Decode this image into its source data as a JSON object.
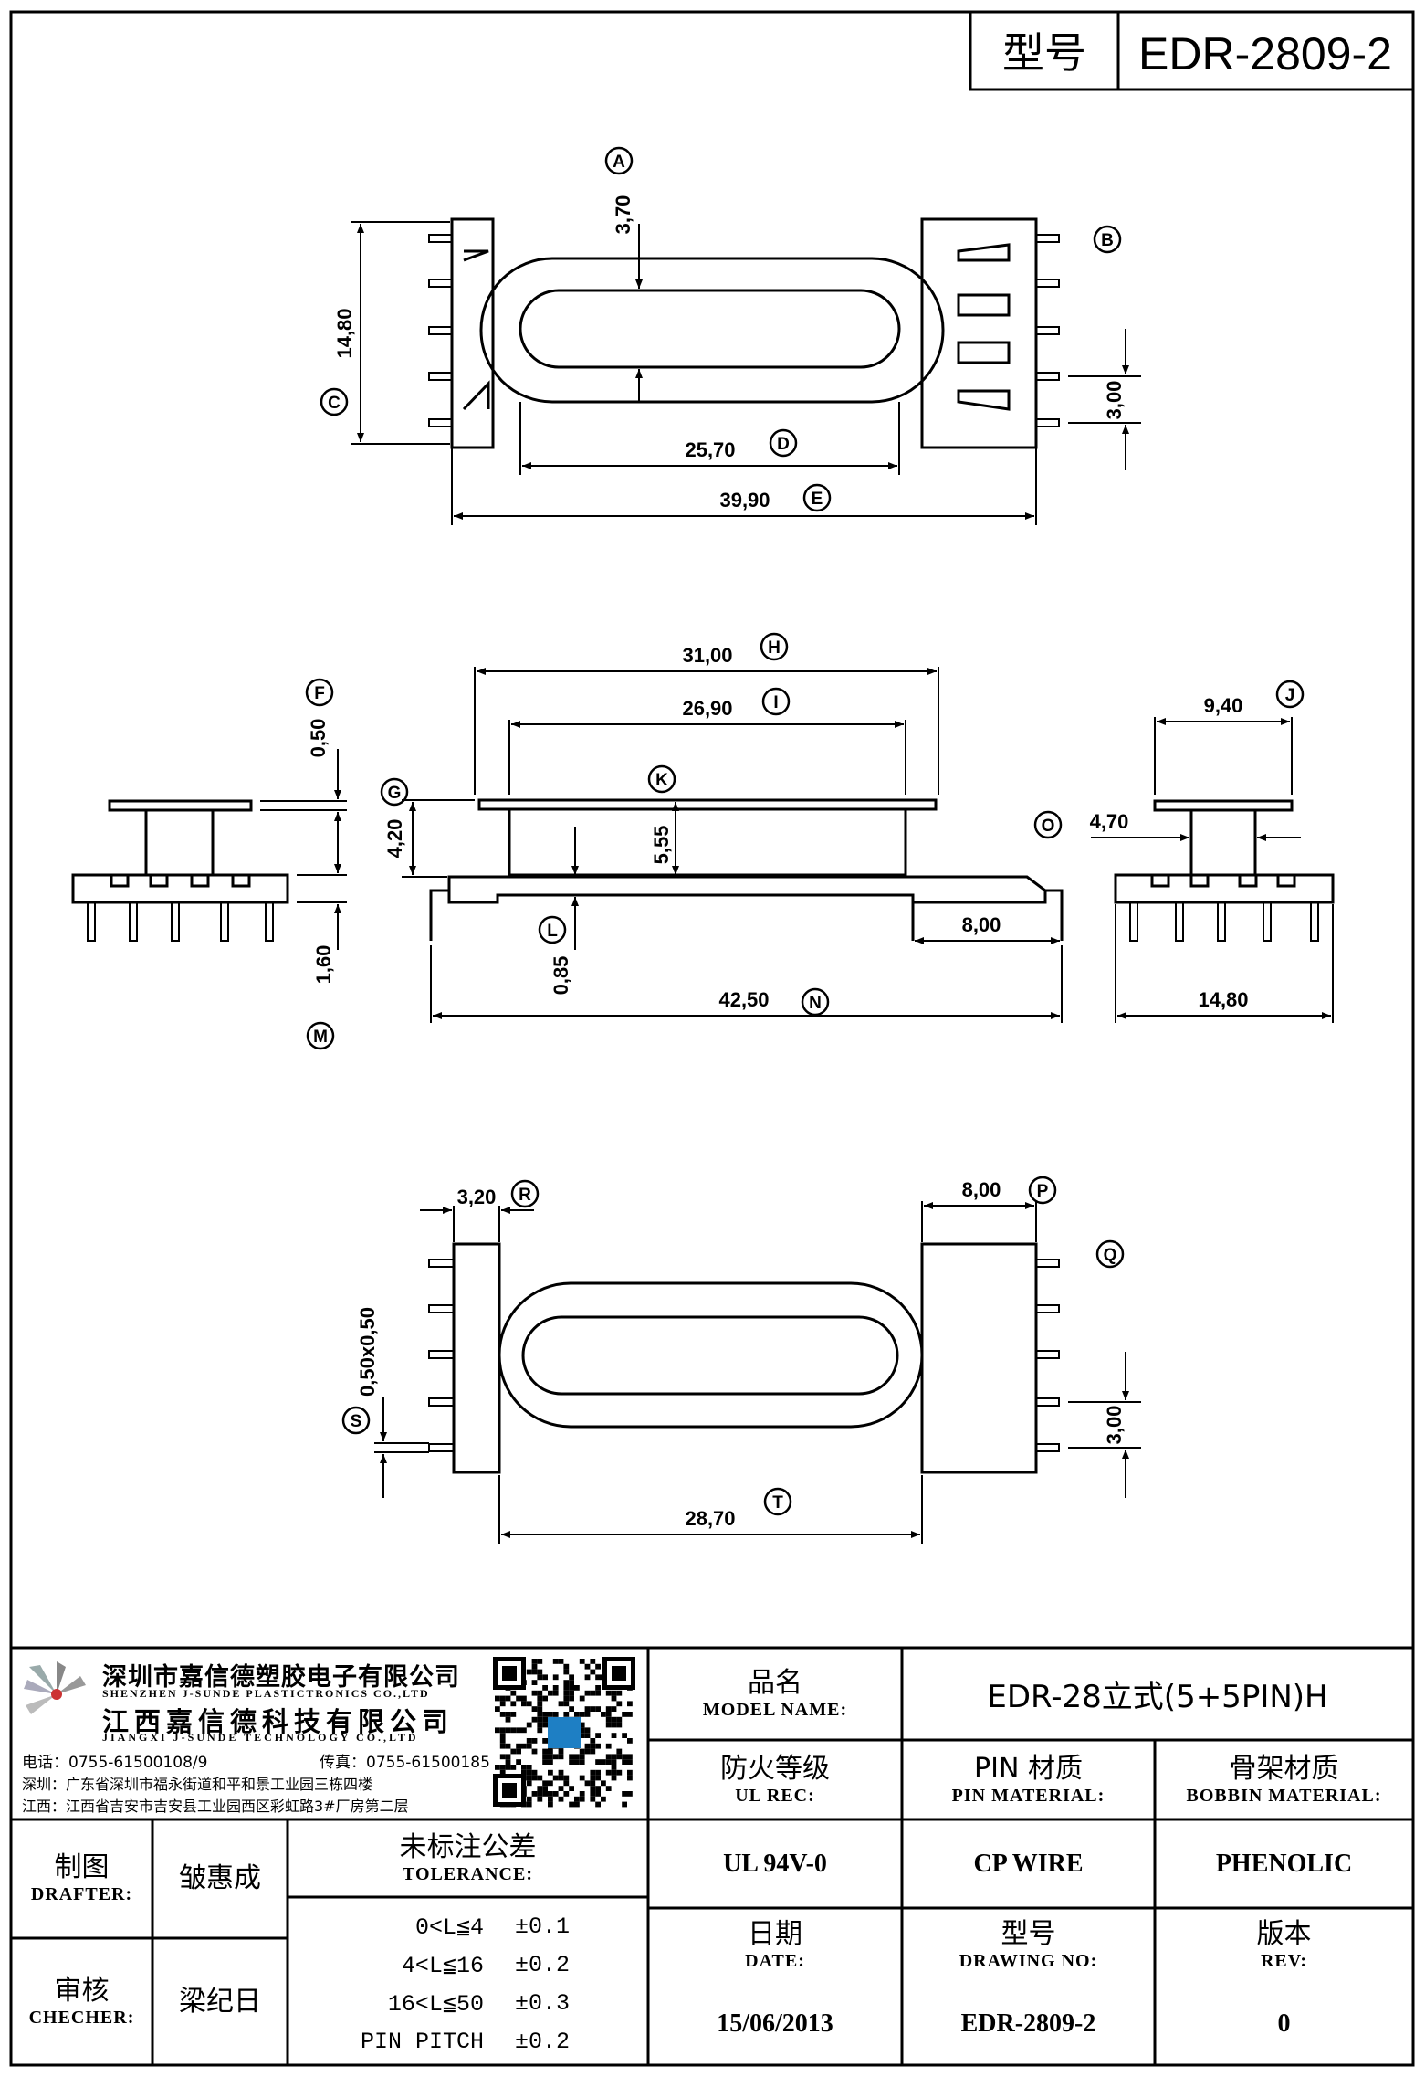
{
  "header": {
    "model_label": "型号",
    "model_value": "EDR-2809-2"
  },
  "dimensions": {
    "A": "3,70",
    "B_label": "B",
    "C": "14,80",
    "D": "25,70",
    "E": "39,90",
    "pitch_B": "3,00",
    "F": "0,50",
    "G": "4,20",
    "M": "1,60",
    "H": "31,00",
    "I": "26,90",
    "K": "5,55",
    "L": "0,85",
    "N": "42,50",
    "O_pad": "8,00",
    "J": "9,40",
    "O_neck": "4,70",
    "side_width": "14,80",
    "R": "3,20",
    "P": "8,00",
    "S": "0,50x0,50",
    "T": "28,70",
    "pitch_Q": "3,00"
  },
  "callouts": {
    "A": "A",
    "B": "B",
    "C": "C",
    "D": "D",
    "E": "E",
    "F": "F",
    "G": "G",
    "H": "H",
    "I": "I",
    "J": "J",
    "K": "K",
    "L": "L",
    "M": "M",
    "N": "N",
    "O": "O",
    "P": "P",
    "Q": "Q",
    "R": "R",
    "S": "S",
    "T": "T"
  },
  "company": {
    "name_cn": "深圳市嘉信德塑胶电子有限公司",
    "name_en": "SHENZHEN J-SUNDE PLASTICTRONICS CO.,LTD",
    "name2_cn": "江西嘉信德科技有限公司",
    "name2_en": "JIANGXI J-SUNDE TECHNOLOGY CO.,LTD",
    "phone": "电话：0755-61500108/9",
    "fax": "传真：0755-61500185",
    "addr_sz": "深圳：广东省深圳市福永街道和平和景工业园三栋四楼",
    "addr_jx": "江西：江西省吉安市吉安县工业园西区彩虹路3#厂房第二层"
  },
  "title_block": {
    "model_name_cn": "品名",
    "model_name_en": "MODEL NAME:",
    "model_name_value": "EDR-28立式(5+5PIN)H",
    "ul_cn": "防火等级",
    "ul_en": "UL REC:",
    "ul_value": "UL 94V-0",
    "pin_cn": "PIN 材质",
    "pin_en": "PIN MATERIAL:",
    "pin_value": "CP WIRE",
    "bobbin_cn": "骨架材质",
    "bobbin_en": "BOBBIN MATERIAL:",
    "bobbin_value": "PHENOLIC",
    "drafter_cn": "制图",
    "drafter_en": "DRAFTER:",
    "drafter_name": "皱惠成",
    "checker_cn": "审核",
    "checker_en": "CHECHER:",
    "checker_name": "梁纪日",
    "tolerance_cn": "未标注公差",
    "tolerance_en": "TOLERANCE:",
    "tolerances": [
      {
        "range": "0<L≦4",
        "value": "±0.1"
      },
      {
        "range": "4<L≦16",
        "value": "±0.2"
      },
      {
        "range": "16<L≦50",
        "value": "±0.3"
      },
      {
        "range": "PIN PITCH",
        "value": "±0.2"
      }
    ],
    "date_cn": "日期",
    "date_en": "DATE:",
    "date_value": "15/06/2013",
    "drawing_cn": "型号",
    "drawing_en": "DRAWING NO:",
    "drawing_value": "EDR-2809-2",
    "rev_cn": "版本",
    "rev_en": "REV:",
    "rev_value": "0"
  }
}
